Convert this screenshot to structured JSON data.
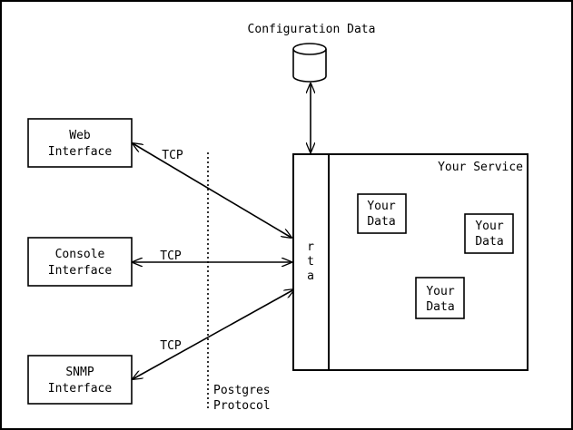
{
  "title": "Configuration Data",
  "interfaces": {
    "web": [
      "Web",
      "Interface"
    ],
    "console": [
      "Console",
      "Interface"
    ],
    "snmp": [
      "SNMP",
      "Interface"
    ]
  },
  "protocol_labels": {
    "web_tcp": "TCP",
    "console_tcp": "TCP",
    "snmp_tcp": "TCP"
  },
  "separator_label": [
    "Postgres",
    "Protocol"
  ],
  "service": {
    "title": "Your Service",
    "rta_letters": [
      "r",
      "t",
      "a"
    ],
    "data_boxes": [
      [
        "Your",
        "Data"
      ],
      [
        "Your",
        "Data"
      ],
      [
        "Your",
        "Data"
      ]
    ]
  }
}
